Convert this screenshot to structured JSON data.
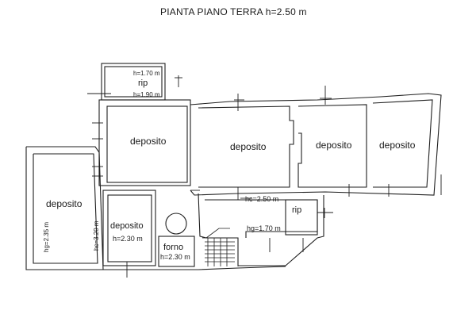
{
  "title": "PIANTA PIANO TERRA  h=2.50 m",
  "rooms": [
    {
      "label": "rip"
    },
    {
      "label": "deposito"
    },
    {
      "label": "deposito"
    },
    {
      "label": "deposito"
    },
    {
      "label": "deposito"
    },
    {
      "label": "deposito"
    },
    {
      "label": "deposito"
    },
    {
      "label": "rip"
    },
    {
      "label": "forno"
    }
  ],
  "heights": {
    "rip_top_upper": "h=1.70 m",
    "rip_top_lower": "h=1.90 m",
    "left_room": "hg=2.35 m",
    "left_wall": "hc=3.20 m",
    "center_room": "h=2.30 m",
    "corridor": "hc=2.50 m",
    "rip_bottom": "hg=1.70 m",
    "forno": "h=2.30 m"
  }
}
